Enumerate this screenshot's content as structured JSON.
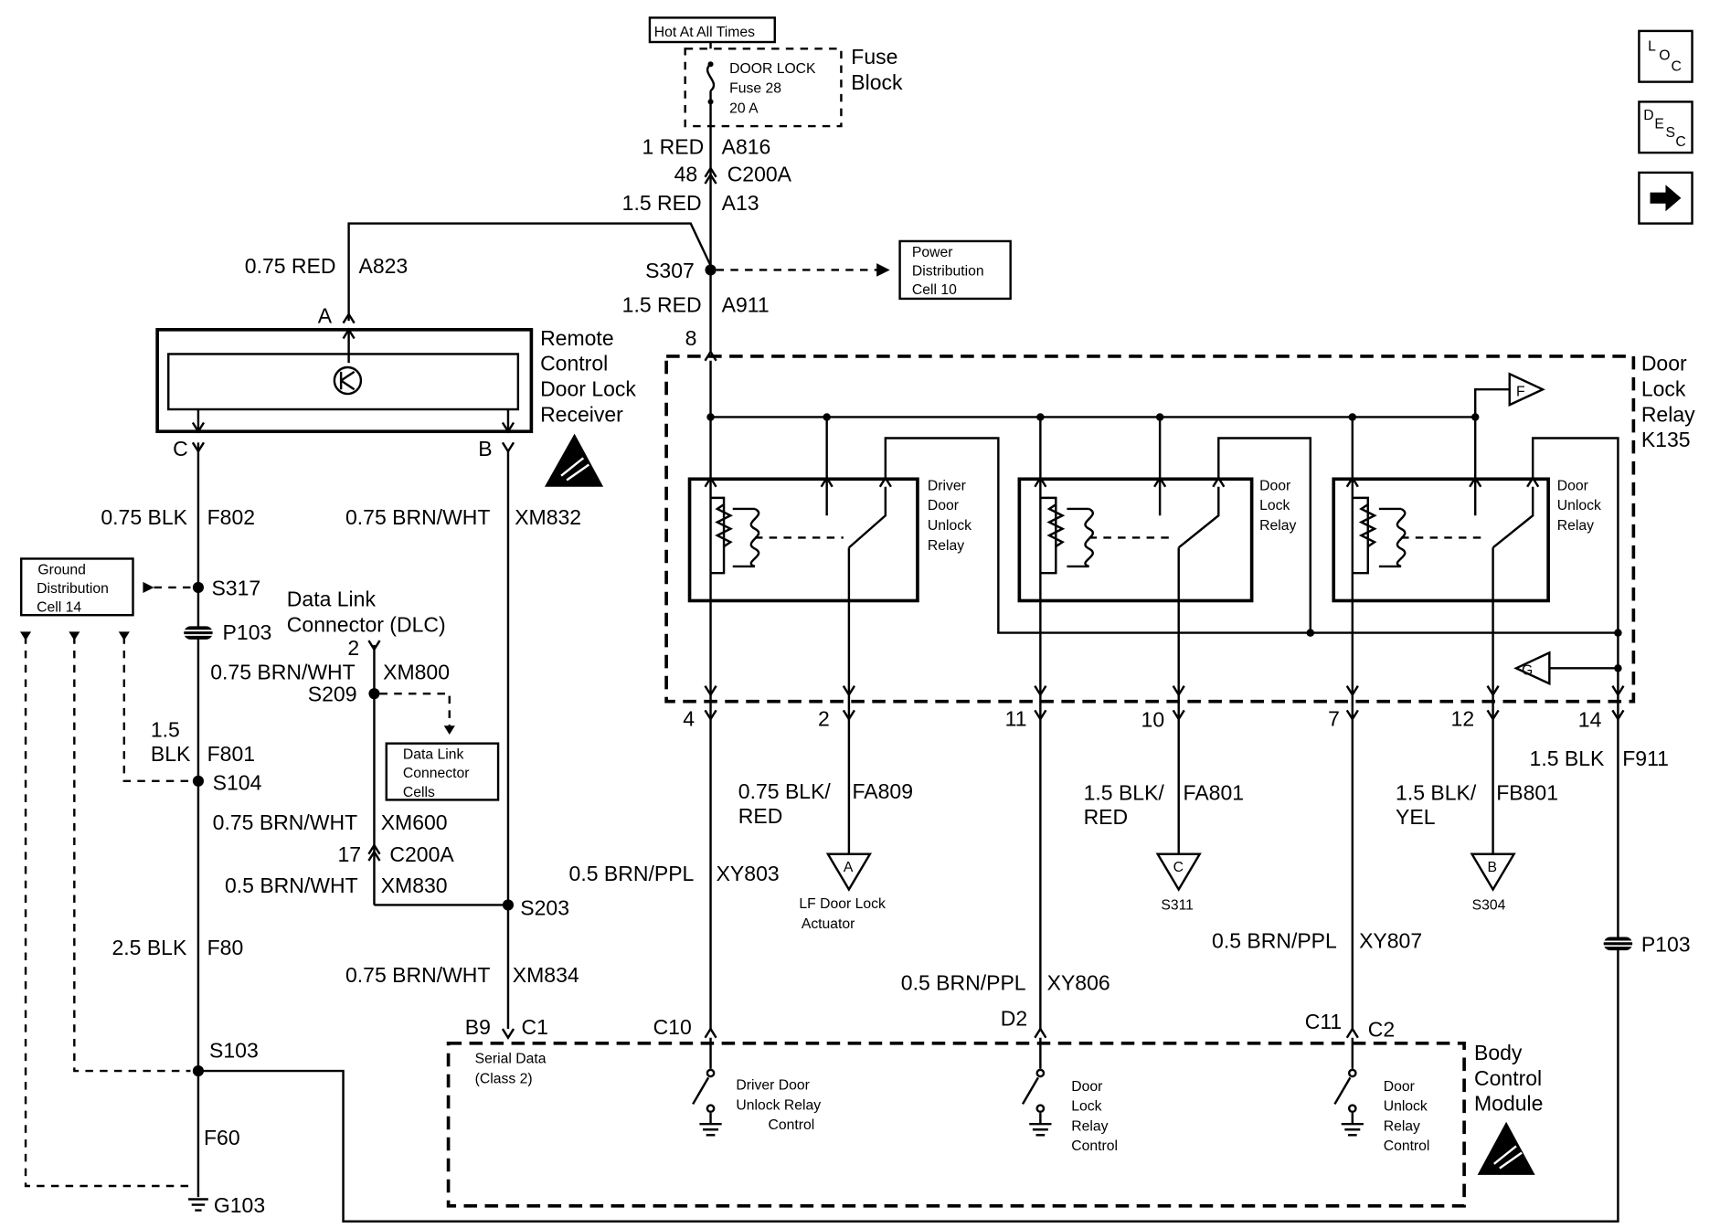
{
  "nav": {
    "loc": {
      "l1": "L",
      "l2": "O",
      "l3": "C"
    },
    "desc": {
      "l1": "D",
      "l2": "E",
      "l3": "S",
      "l4": "C"
    }
  },
  "fuse": {
    "hot_label": "Hot At All Times",
    "name": "DOOR LOCK",
    "number": "Fuse 28",
    "rating": "20 A",
    "block_line1": "Fuse",
    "block_line2": "Block"
  },
  "feed": {
    "w1_gauge": "1 RED",
    "w1_circuit": "A816",
    "c1_pin": "48",
    "c1_conn": "C200A",
    "w2_gauge": "1.5 RED",
    "w2_circuit": "A13",
    "splice": "S307",
    "w3_gauge": "1.5 RED",
    "w3_circuit": "A911",
    "relay_pin": "8"
  },
  "power_dist": {
    "l1": "Power",
    "l2": "Distribution",
    "l3": "Cell 10"
  },
  "receiver": {
    "wire_gauge": "0.75 RED",
    "wire_circuit": "A823",
    "pin_a": "A",
    "pin_b": "B",
    "pin_c": "C",
    "l1": "Remote",
    "l2": "Control",
    "l3": "Door Lock",
    "l4": "Receiver"
  },
  "left": {
    "c_gauge": "0.75 BLK",
    "c_circuit": "F802",
    "b_gauge": "0.75 BRN/WHT",
    "b_circuit": "XM832",
    "ground_dist": {
      "l1": "Ground",
      "l2": "Distribution",
      "l3": "Cell 14"
    },
    "s317": "S317",
    "p103": "P103",
    "f801_g1": "1.5",
    "f801_g2": "BLK",
    "f801_circuit": "F801",
    "s104": "S104",
    "f80_gauge": "2.5 BLK",
    "f80_circuit": "F80",
    "s103": "S103",
    "f60": "F60",
    "g103": "G103"
  },
  "dlc": {
    "l1": "Data Link",
    "l2": "Connector (DLC)",
    "pin": "2",
    "xm800_gauge": "0.75 BRN/WHT",
    "xm800_circuit": "XM800",
    "s209": "S209",
    "cells": {
      "l1": "Data Link",
      "l2": "Connector",
      "l3": "Cells"
    },
    "xm600_gauge": "0.75 BRN/WHT",
    "xm600_circuit": "XM600",
    "c200a_pin": "17",
    "c200a_conn": "C200A",
    "xm830_gauge": "0.5 BRN/WHT",
    "xm830_circuit": "XM830",
    "s203": "S203",
    "xm834_gauge": "0.75 BRN/WHT",
    "xm834_circuit": "XM834"
  },
  "relay_module": {
    "l1": "Door",
    "l2": "Lock",
    "l3": "Relay",
    "l4": "K135",
    "relays": [
      {
        "l1": "Driver",
        "l2": "Door",
        "l3": "Unlock",
        "l4": "Relay"
      },
      {
        "l1": "Door",
        "l2": "Lock",
        "l3": "Relay"
      },
      {
        "l1": "Door",
        "l2": "Unlock",
        "l3": "Relay"
      }
    ],
    "flag_f": "F",
    "flag_g": "G",
    "pins": {
      "p4": "4",
      "p2": "2",
      "p11": "11",
      "p10": "10",
      "p7": "7",
      "p12": "12",
      "p14": "14"
    }
  },
  "outputs": {
    "fa809_gauge1": "0.75 BLK/",
    "fa809_gauge2": "RED",
    "fa809_circuit": "FA809",
    "tri_a": "A",
    "lf_l1": "LF Door Lock",
    "lf_l2": "Actuator",
    "fa801_gauge1": "1.5 BLK/",
    "fa801_gauge2": "RED",
    "fa801_circuit": "FA801",
    "tri_c": "C",
    "s311": "S311",
    "fb801_gauge1": "1.5 BLK/",
    "fb801_gauge2": "YEL",
    "fb801_circuit": "FB801",
    "tri_b": "B",
    "s304": "S304",
    "f911_gauge": "1.5 BLK",
    "f911_circuit": "F911",
    "p103": "P103",
    "xy803_gauge": "0.5 BRN/PPL",
    "xy803_circuit": "XY803",
    "xy806_gauge": "0.5 BRN/PPL",
    "xy806_circuit": "XY806",
    "xy807_gauge": "0.5 BRN/PPL",
    "xy807_circuit": "XY807"
  },
  "bcm": {
    "l1": "Body",
    "l2": "Control",
    "l3": "Module",
    "b9": "B9",
    "c1": "C1",
    "c10": "C10",
    "d2": "D2",
    "c11": "C11",
    "c2": "C2",
    "serial1": "Serial Data",
    "serial2": "(Class 2)",
    "ctrl1": {
      "l1": "Driver Door",
      "l2": "Unlock Relay",
      "l3": "Control"
    },
    "ctrl2": {
      "l1": "Door",
      "l2": "Lock",
      "l3": "Relay",
      "l4": "Control"
    },
    "ctrl3": {
      "l1": "Door",
      "l2": "Unlock",
      "l3": "Relay",
      "l4": "Control"
    }
  }
}
